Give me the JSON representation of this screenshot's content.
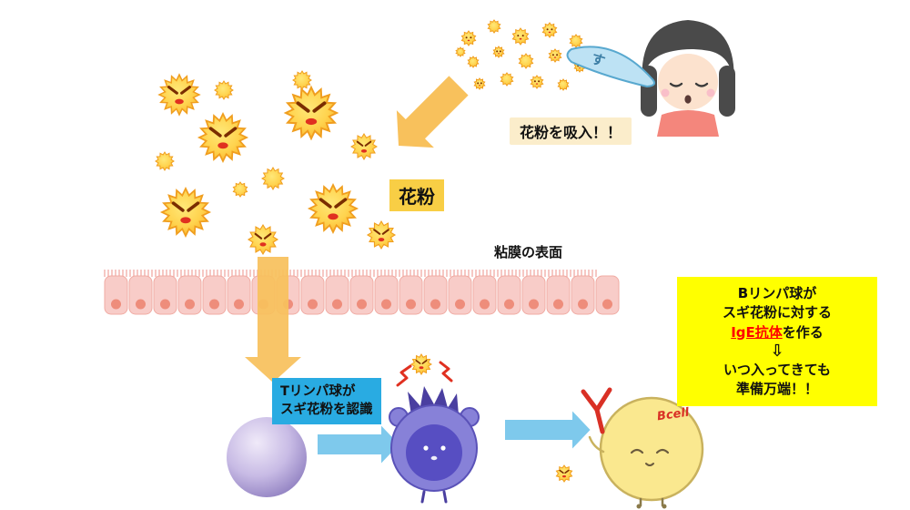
{
  "diagram": {
    "inhale_label": "花粉を吸入！！",
    "pollen_label": "花粉",
    "mucosa_label": "粘膜の表面",
    "inhale_sound": "す",
    "t_label_line1": "Tリンパ球が",
    "t_label_line2": "スギ花粉を認識",
    "b_cell_label": "Bcell",
    "info_line1": "Bリンパ球が",
    "info_line2": "スギ花粉に対する",
    "info_line3_highlight": "IgE抗体",
    "info_line3_rest": "を作る",
    "info_arrow": "⇩",
    "info_line4": "いつ入ってきても",
    "info_line5": "準備万端！！"
  },
  "colors": {
    "pollen_fill": "#FFD34E",
    "pollen_edge": "#F09E1F",
    "pollen_face": "#7A2D00",
    "pollen_mouth": "#E03020",
    "arrow_orange": "#F8C15C",
    "arrow_blue": "#7EC9EC",
    "arrow_blue_edge": "#FFFFFF",
    "membrane_fill": "#F8CCC8",
    "membrane_edge": "#F0ABA3",
    "membrane_dot": "#EE8D7B",
    "info_bg": "#FFFF00",
    "ige_red": "#FF0000",
    "t_box_bg": "#29ABE2",
    "inhale_bg": "#FBEDCB",
    "pollen_label_bg": "#F8CE45",
    "antibody_red": "#D93025",
    "sniff_blue": "#3D7FA6"
  }
}
